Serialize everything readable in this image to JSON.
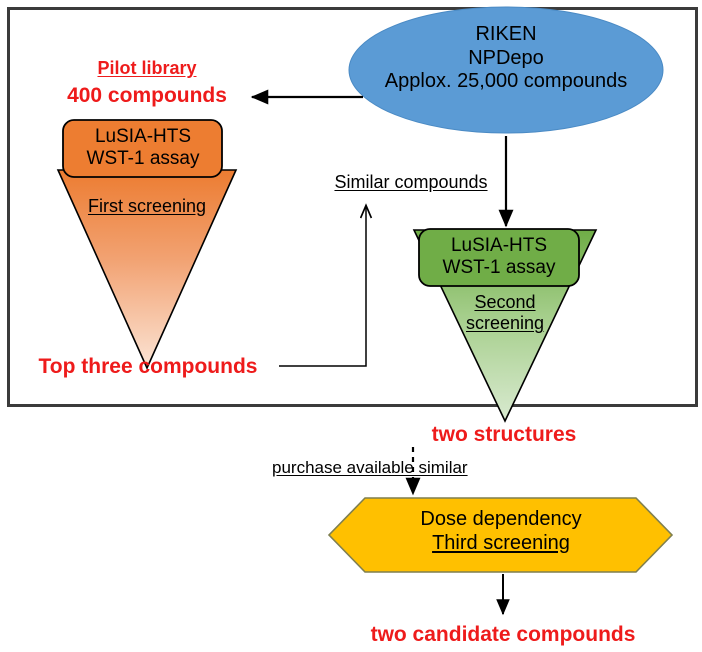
{
  "diagram": {
    "title_colors": {
      "red_text": "#ee1b1b",
      "blue_ellipse": "#5b9bd5",
      "orange_box": "#ed7d31",
      "green_box": "#70ad47",
      "yellow_hexagon": "#ffc000",
      "outline": "#000000",
      "frame": "#3b3b3b"
    },
    "source": {
      "line1": "RIKEN",
      "line2": "NPDepo",
      "line3": "Applox. 25,000 compounds"
    },
    "pilot": {
      "heading": "Pilot library",
      "count": "400 compounds"
    },
    "first_screen": {
      "assay_line1": "LuSIA-HTS",
      "assay_line2": "WST-1 assay",
      "stage_label": "First screening",
      "output": "Top three compounds"
    },
    "feedback": {
      "label": "Similar compounds"
    },
    "second_screen": {
      "assay_line1": "LuSIA-HTS",
      "assay_line2": "WST-1 assay",
      "stage_line1": "Second",
      "stage_line2": "screening",
      "output": "two structures"
    },
    "third_screen": {
      "edge_label": "purchase available similar",
      "box_line1": "Dose dependency",
      "box_line2": "Third screening",
      "output": "two candidate compounds"
    }
  }
}
